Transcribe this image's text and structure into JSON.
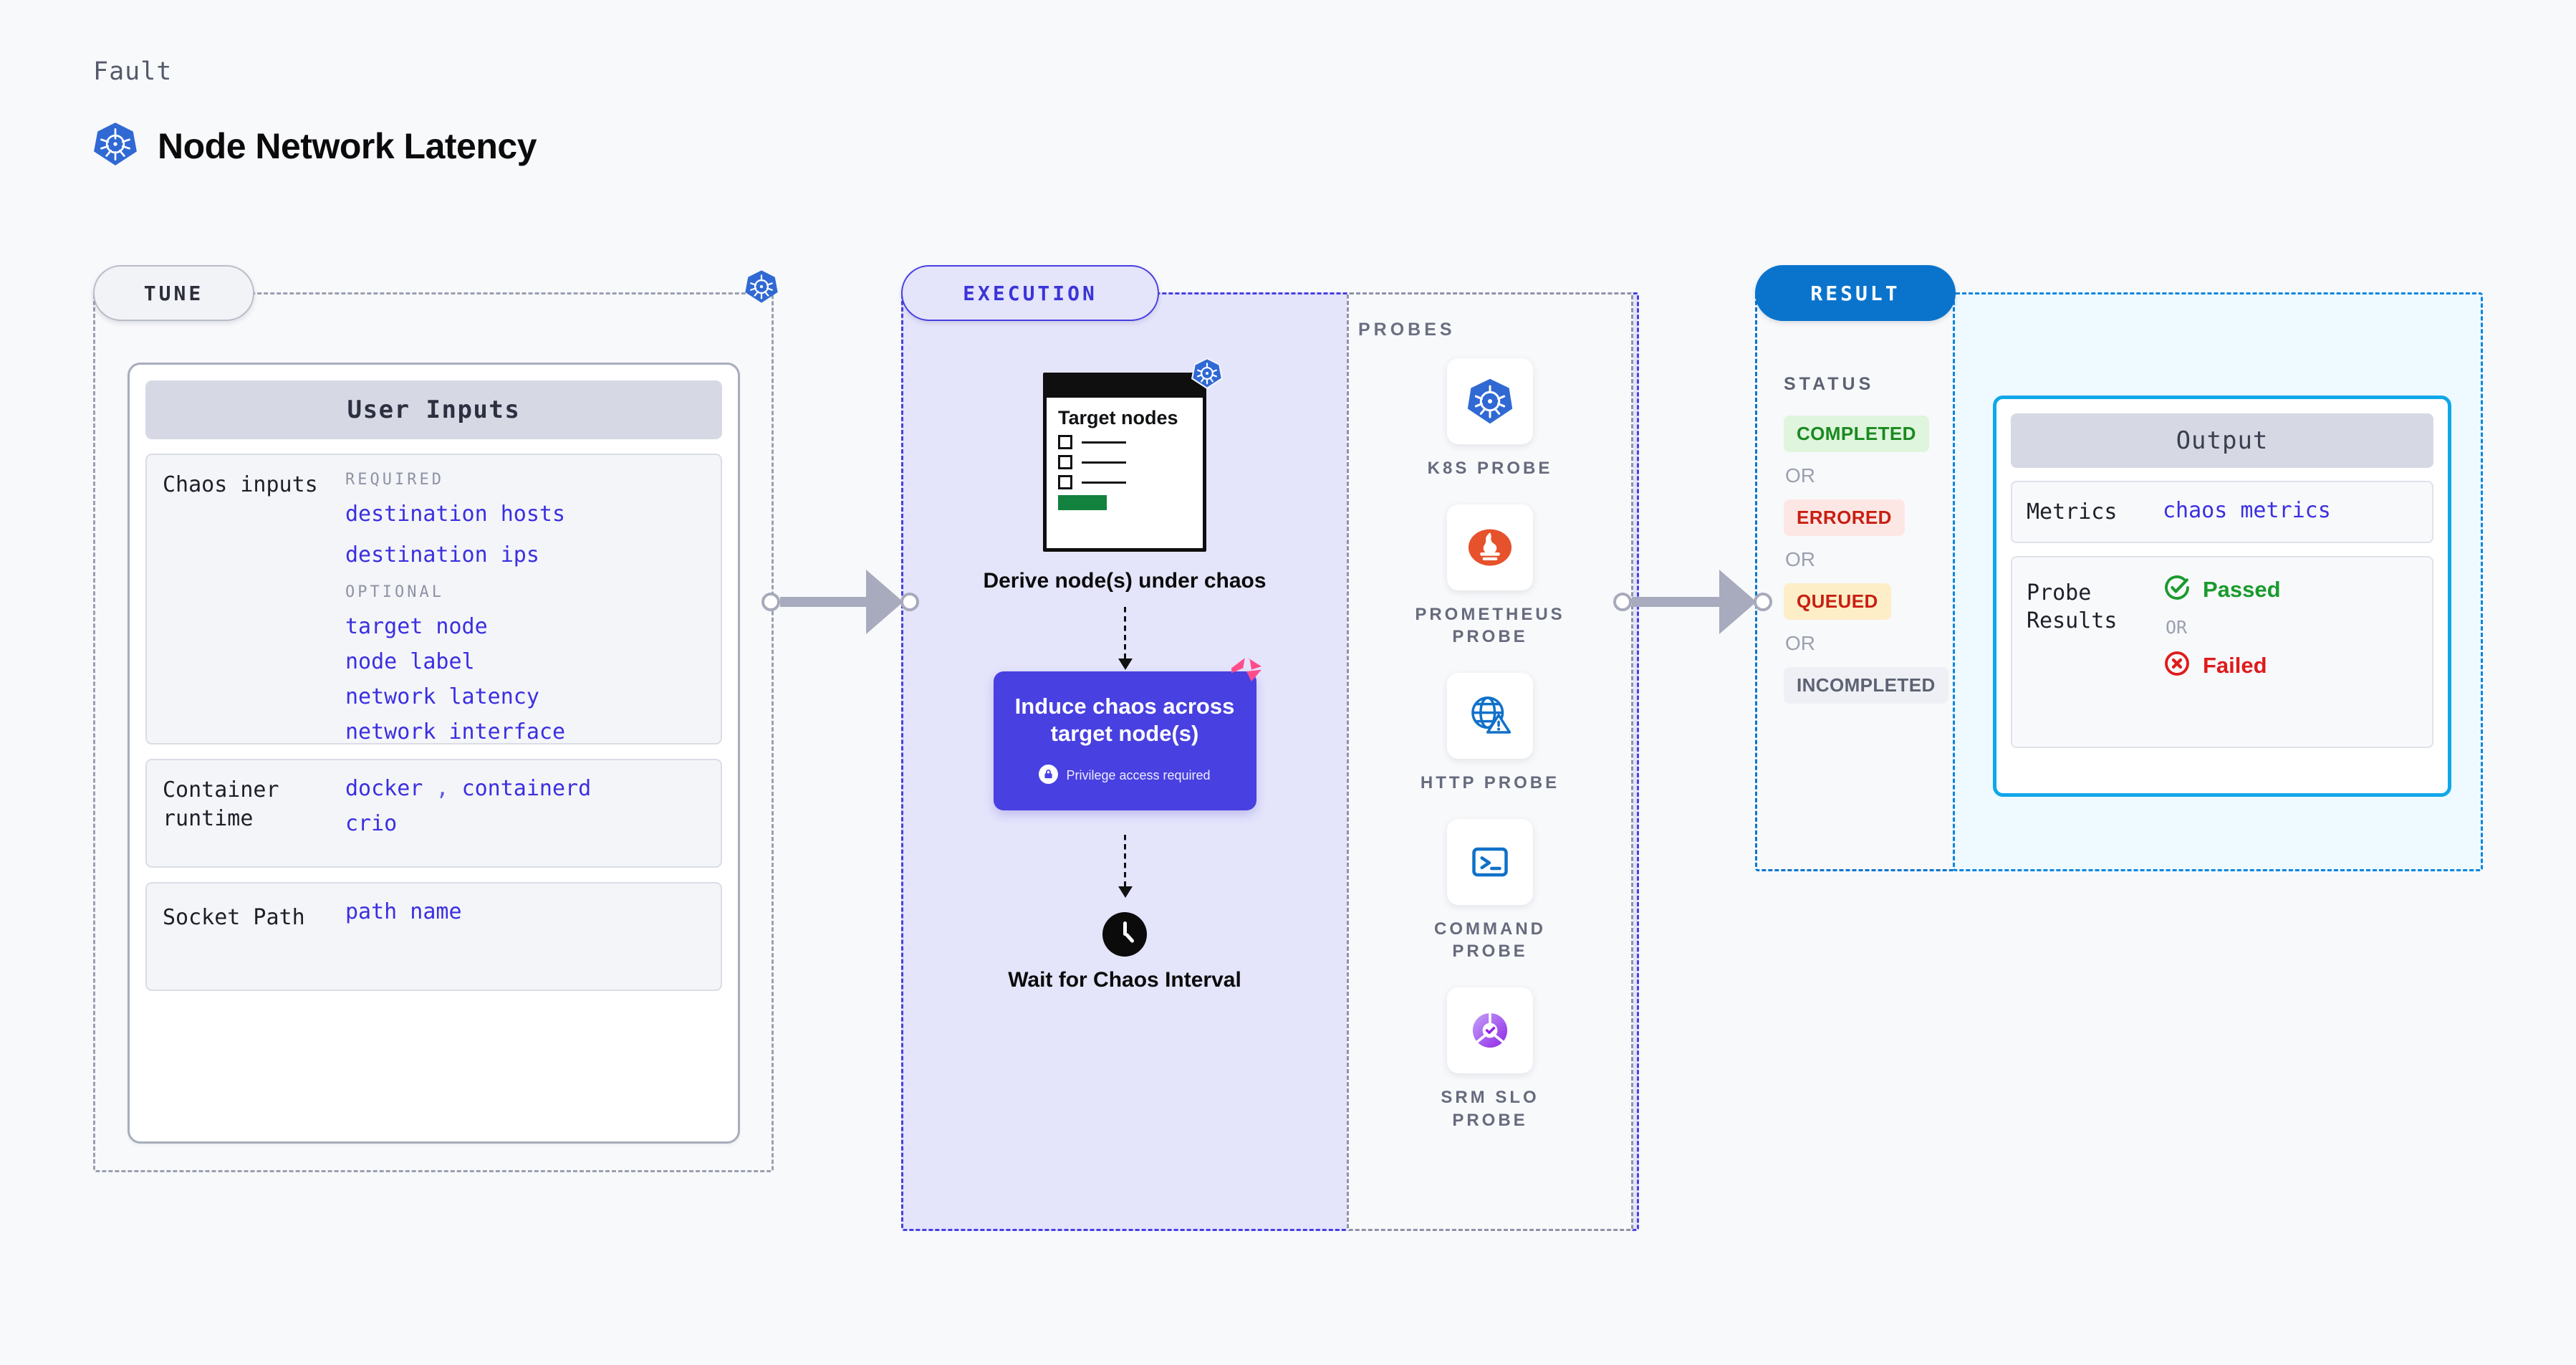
{
  "header": {
    "eyebrow": "Fault",
    "title": "Node Network Latency",
    "icon": "kubernetes-icon"
  },
  "tune": {
    "label": "TUNE",
    "card_title": "User Inputs",
    "sections": [
      {
        "key": "Chaos inputs",
        "groups": [
          {
            "title": "REQUIRED",
            "values": [
              "destination hosts",
              "destination ips"
            ]
          },
          {
            "title": "OPTIONAL",
            "values": [
              "target node",
              "node label",
              "network latency",
              "network interface"
            ]
          }
        ]
      },
      {
        "key": "Container runtime",
        "values_line1": "docker",
        "separator": ",",
        "values_line1b": "containerd",
        "values_line2": "crio"
      },
      {
        "key": "Socket Path",
        "value": "path name"
      }
    ]
  },
  "execution": {
    "label": "EXECUTION",
    "steps": [
      {
        "name": "Derive node(s) under chaos",
        "icon": "terminal-window-icon",
        "badge_icon": "kubernetes-icon",
        "terminal_title": "Target nodes"
      },
      {
        "name": "Induce chaos across target node(s)",
        "note": "Privilege access required",
        "note_icon": "lock-icon",
        "corner_icon": "harness-logo-icon"
      },
      {
        "name": "Wait for Chaos Interval",
        "icon": "clock-icon"
      }
    ]
  },
  "probes": {
    "title": "PROBES",
    "items": [
      {
        "name": "K8S PROBE",
        "icon": "kubernetes-icon"
      },
      {
        "name": "PROMETHEUS PROBE",
        "icon": "prometheus-icon"
      },
      {
        "name": "HTTP PROBE",
        "icon": "globe-alert-icon"
      },
      {
        "name": "COMMAND PROBE",
        "icon": "terminal-prompt-icon"
      },
      {
        "name": "SRM SLO PROBE",
        "icon": "srm-slo-icon"
      }
    ]
  },
  "result": {
    "label": "RESULT",
    "status_title": "STATUS",
    "or_label": "OR",
    "statuses": [
      {
        "label": "COMPLETED",
        "bg": "#dff5de",
        "fg": "#1a8a1f"
      },
      {
        "label": "ERRORED",
        "bg": "#fde7e5",
        "fg": "#c81f12"
      },
      {
        "label": "QUEUED",
        "bg": "#fdeec7",
        "fg": "#c81f12"
      },
      {
        "label": "INCOMPLETED",
        "bg": "#eef0f5",
        "fg": "#5d6273"
      }
    ]
  },
  "output": {
    "card_title": "Output",
    "metrics_key": "Metrics",
    "metrics_value": "chaos metrics",
    "probe_results_key": "Probe Results",
    "passed_label": "Passed",
    "failed_label": "Failed",
    "or_label": "OR"
  },
  "colors": {
    "accent_indigo": "#4840e0",
    "accent_blue": "#0a74cd",
    "k8s_blue": "#3069d3",
    "value_link": "#3b2fe0",
    "pass_green": "#1a9a2e",
    "fail_red": "#e01b1b",
    "harness_pink": "#ff4d8c"
  }
}
